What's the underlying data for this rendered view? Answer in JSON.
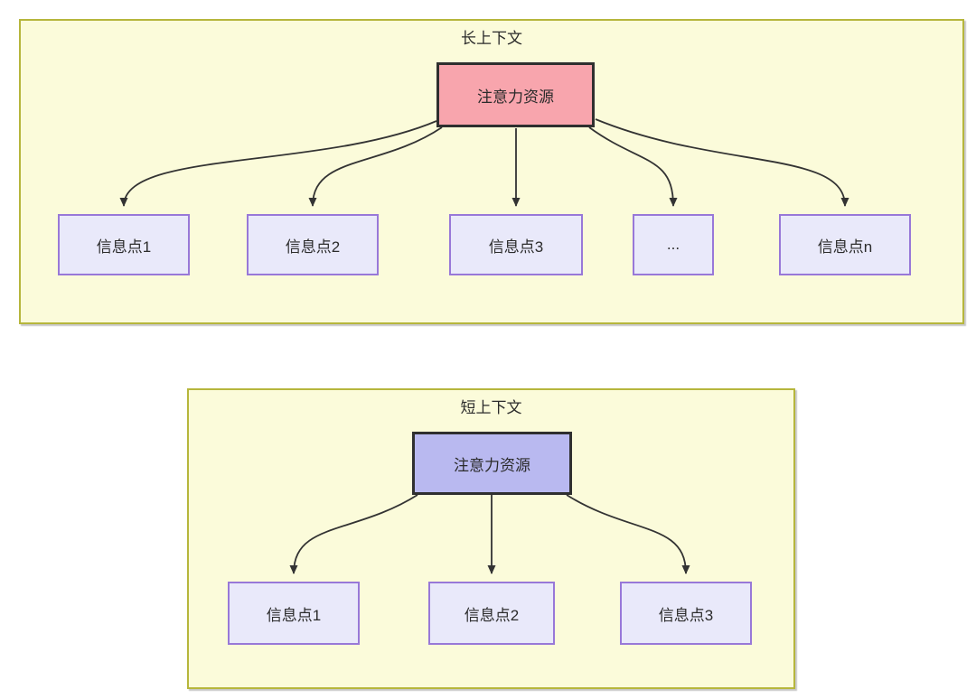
{
  "diagram": {
    "long_context": {
      "title": "长上下文",
      "attention": {
        "label": "注意力资源"
      },
      "nodes": [
        {
          "label": "信息点1"
        },
        {
          "label": "信息点2"
        },
        {
          "label": "信息点3"
        },
        {
          "label": "..."
        },
        {
          "label": "信息点n"
        }
      ]
    },
    "short_context": {
      "title": "短上下文",
      "attention": {
        "label": "注意力资源"
      },
      "nodes": [
        {
          "label": "信息点1"
        },
        {
          "label": "信息点2"
        },
        {
          "label": "信息点3"
        }
      ]
    },
    "colors": {
      "container_fill": "#fbfbda",
      "container_border": "#b6b63c",
      "attention_long_fill": "#f8a5ad",
      "attention_short_fill": "#b9b9f0",
      "node_fill": "#e9e9fa",
      "node_border": "#9878d8",
      "arrow": "#333333"
    }
  }
}
